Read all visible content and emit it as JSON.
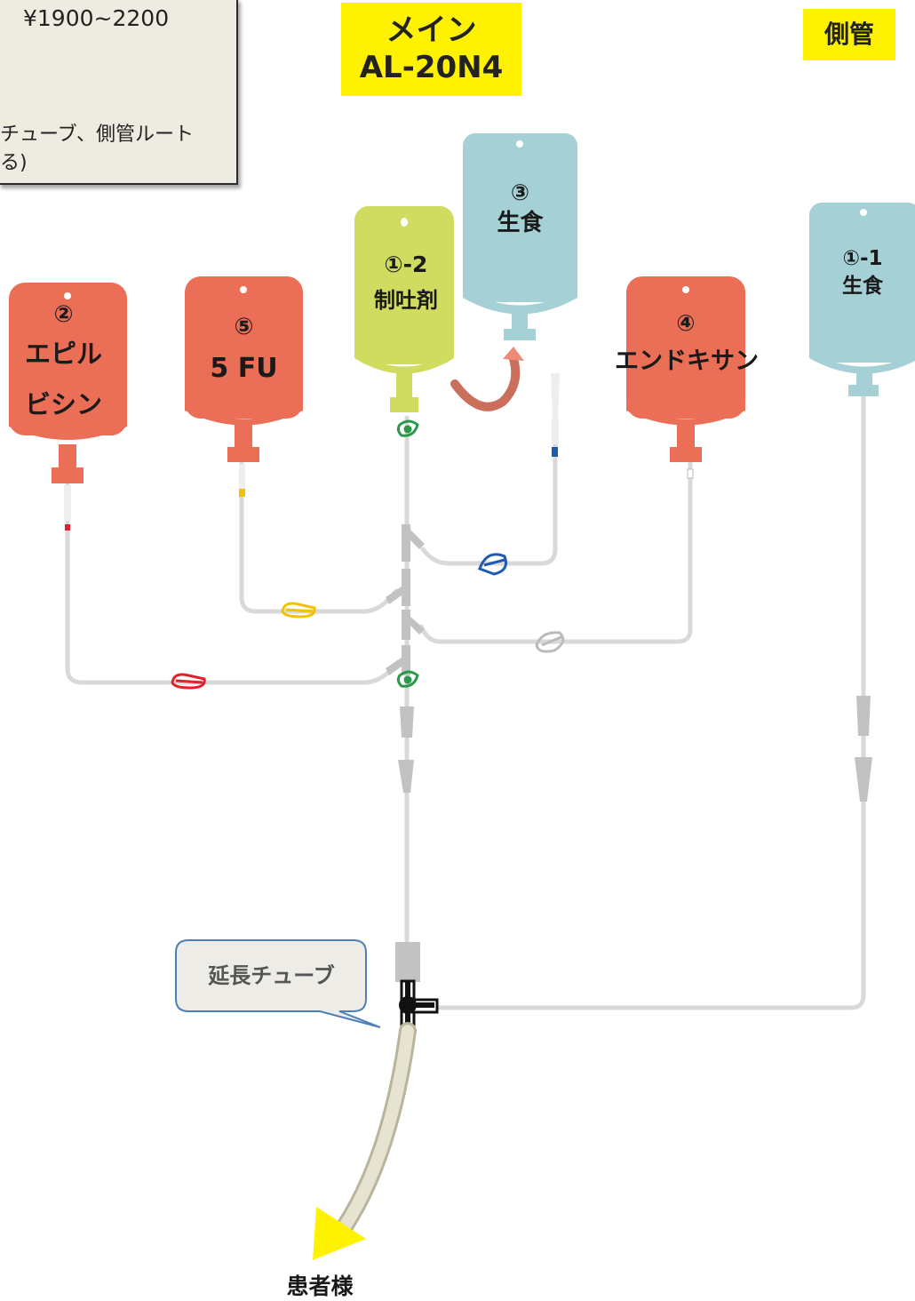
{
  "note": {
    "price": "¥1900~2200",
    "desc": "チューブ、側管ルート\nる)"
  },
  "header": {
    "main_line1": "メイン",
    "main_line2": "AL-20N4",
    "side": "側管"
  },
  "bags": [
    {
      "id": "bag-epirubicin",
      "number": "②",
      "name_line1": "エピル",
      "name_line2": "ビシン",
      "color": "#eb6e57",
      "clamp_color": "#e0202a"
    },
    {
      "id": "bag-5fu",
      "number": "⑤",
      "name_line1": "5 FU",
      "name_line2": "",
      "color": "#eb6e57",
      "clamp_color": "#f2c200"
    },
    {
      "id": "bag-antiemetic",
      "number": "①-2",
      "name_line1": "制吐剤",
      "name_line2": "",
      "color": "#cfdc5f",
      "clamp_color": "#2a9a4a"
    },
    {
      "id": "bag-saline-3",
      "number": "③",
      "name_line1": "生食",
      "name_line2": "",
      "color": "#a4d0d6",
      "clamp_color": "#1e5ab4"
    },
    {
      "id": "bag-endoxan",
      "number": "④",
      "name_line1": "エンドキサン",
      "name_line2": "",
      "color": "#eb6e57",
      "clamp_color": "#cccccc"
    },
    {
      "id": "bag-saline-side",
      "number": "①-1",
      "name_line1": "生食",
      "name_line2": "",
      "color": "#a4d0d6",
      "clamp_color": "#cccccc"
    }
  ],
  "callout": "延長チューブ",
  "patient": "患者様"
}
